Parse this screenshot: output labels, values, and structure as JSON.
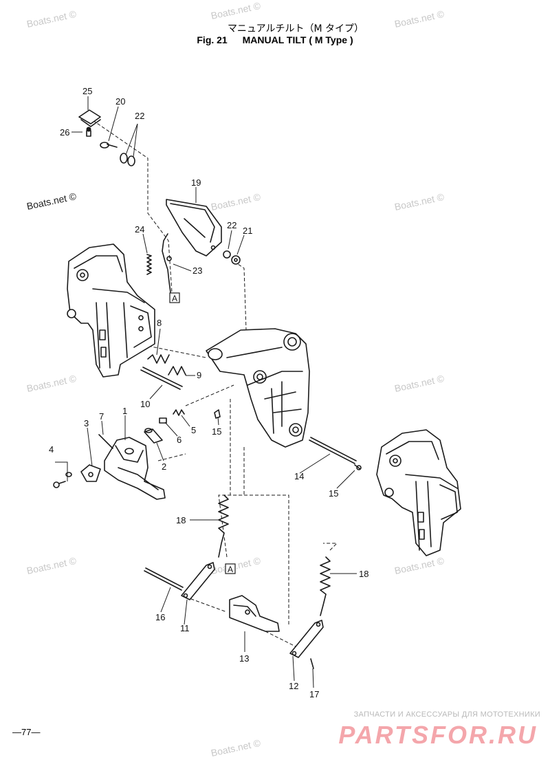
{
  "header": {
    "title_japanese": "マニュアルチルト（M  タイプ）",
    "figure_number": "Fig. 21",
    "title_english": "MANUAL TILT ( M Type )"
  },
  "callouts": [
    "25",
    "20",
    "22",
    "26",
    "19",
    "22",
    "21",
    "24",
    "23",
    "A",
    "8",
    "9",
    "10",
    "7",
    "3",
    "1",
    "5",
    "6",
    "15",
    "2",
    "4",
    "14",
    "15",
    "18",
    "A",
    "18",
    "16",
    "11",
    "13",
    "12",
    "17"
  ],
  "watermark_text": "Boats.net ©",
  "page_number": "—77—",
  "brand": {
    "tagline": "ЗАПЧАСТИ И АКСЕССУАРЫ ДЛЯ МОТОТЕХНИКИ",
    "logo_text": "PARTSFOR.RU",
    "logo_color": "#f4a6ab"
  }
}
